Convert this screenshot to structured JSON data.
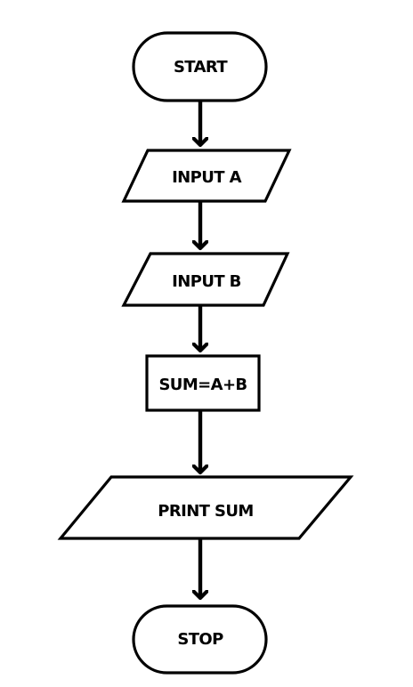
{
  "diagram": {
    "nodes": [
      {
        "id": "start",
        "shape": "terminal",
        "label": "START"
      },
      {
        "id": "input-a",
        "shape": "io",
        "label": "INPUT A"
      },
      {
        "id": "input-b",
        "shape": "io",
        "label": "INPUT B"
      },
      {
        "id": "sum",
        "shape": "process",
        "label": "SUM=A+B"
      },
      {
        "id": "print-sum",
        "shape": "io",
        "label": "PRINT SUM"
      },
      {
        "id": "stop",
        "shape": "terminal",
        "label": "STOP"
      }
    ],
    "edges": [
      {
        "from": "start",
        "to": "input-a"
      },
      {
        "from": "input-a",
        "to": "input-b"
      },
      {
        "from": "input-b",
        "to": "sum"
      },
      {
        "from": "sum",
        "to": "print-sum"
      },
      {
        "from": "print-sum",
        "to": "stop"
      }
    ],
    "colors": {
      "stroke": "#000000",
      "fill": "#ffffff",
      "text": "#000000"
    }
  }
}
